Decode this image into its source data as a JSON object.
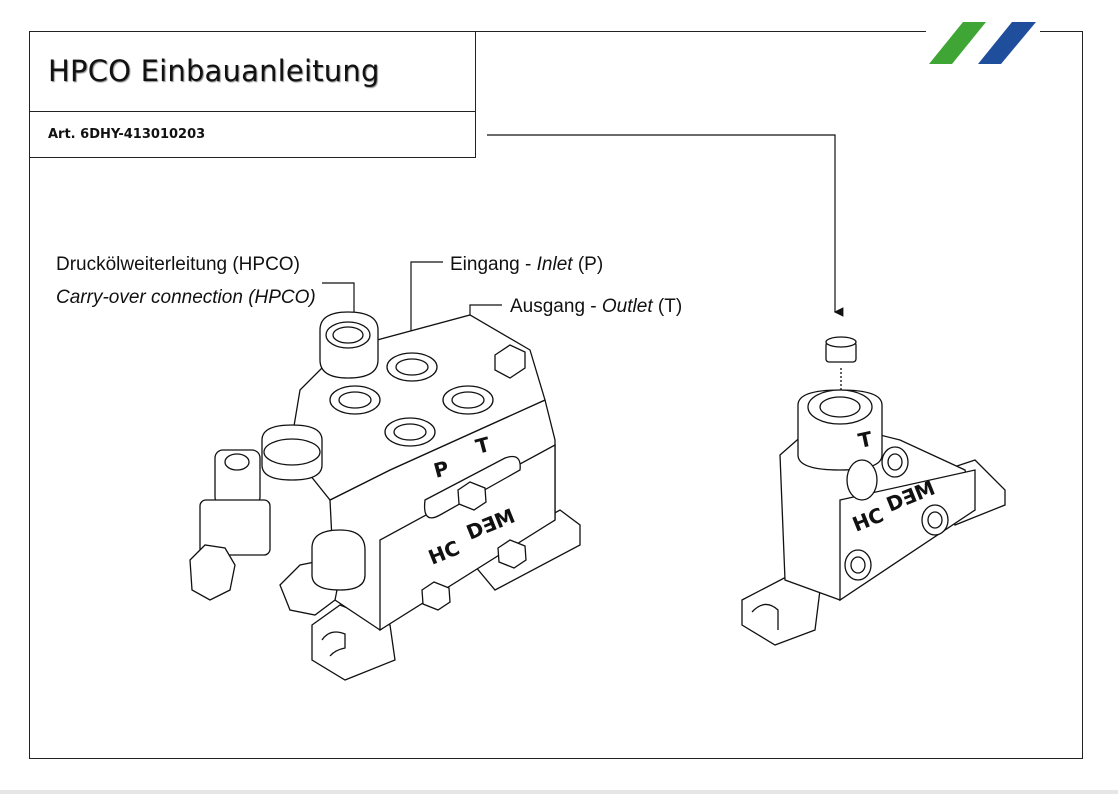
{
  "document": {
    "title": "HPCO Einbauanleitung",
    "article": "Art. 6DHY-413010203"
  },
  "logo": {
    "stripe_colors": [
      "#3fa535",
      "#1f4e9c"
    ]
  },
  "callouts": {
    "hpco_de": "Druckölweiterleitung (HPCO)",
    "hpco_en": "Carry-over connection (HPCO)",
    "inlet_de": "Eingang - ",
    "inlet_en": "Inlet",
    "inlet_port": " (P)",
    "outlet_de": "Ausgang - ",
    "outlet_en": "Outlet",
    "outlet_port": " (T)"
  },
  "valve_markings": {
    "port_p": "P",
    "port_t": "T",
    "brand_left": "HC",
    "brand_right": "D∃M"
  },
  "hpco_markings": {
    "port_t": "T",
    "brand_left": "HC",
    "brand_right": "D∃M"
  }
}
